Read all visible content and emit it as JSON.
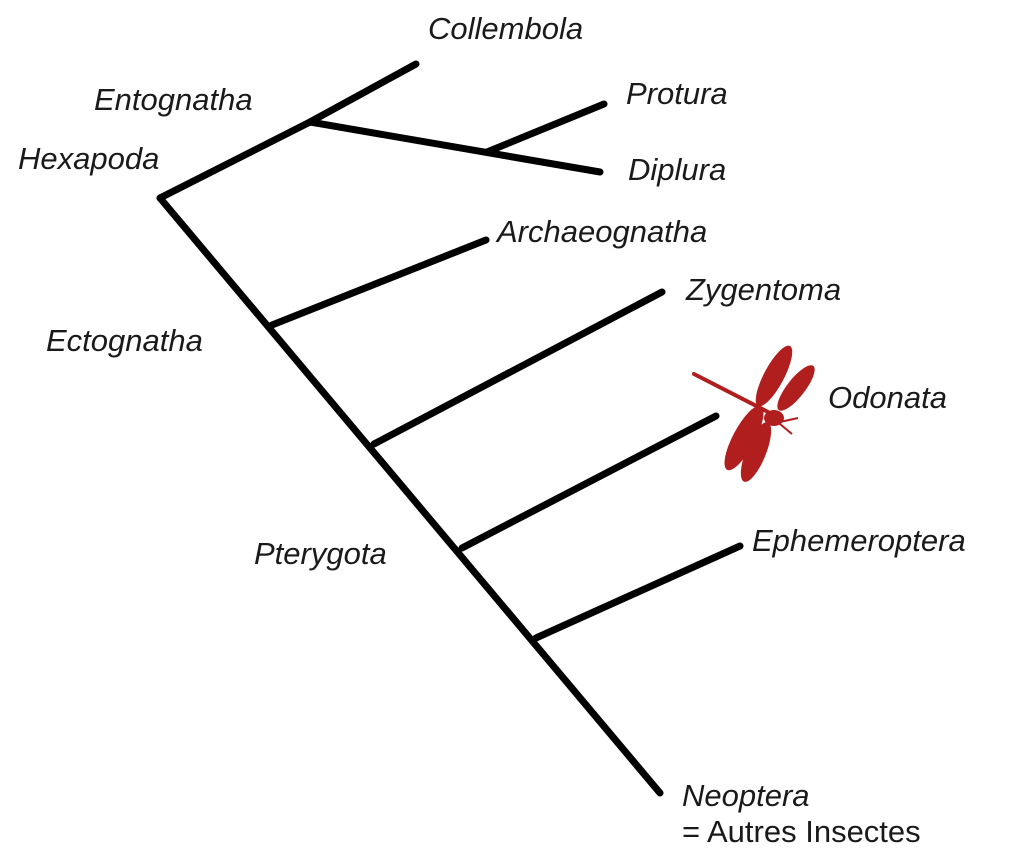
{
  "labels": {
    "collembola": "Collembola",
    "entognatha": "Entognatha",
    "hexapoda": "Hexapoda",
    "protura": "Protura",
    "diplura": "Diplura",
    "archaeognatha": "Archaeognatha",
    "zygentoma": "Zygentoma",
    "ectognatha": "Ectognatha",
    "odonata": "Odonata",
    "ephemeroptera": "Ephemeroptera",
    "pterygota": "Pterygota",
    "neoptera": "Neoptera",
    "neoptera_note": "= Autres Insectes"
  },
  "colors": {
    "branch": "#000000",
    "text": "#1a1a1a",
    "dragonfly": "#b01e1e"
  },
  "icons": {
    "odonata": "dragonfly-icon"
  }
}
